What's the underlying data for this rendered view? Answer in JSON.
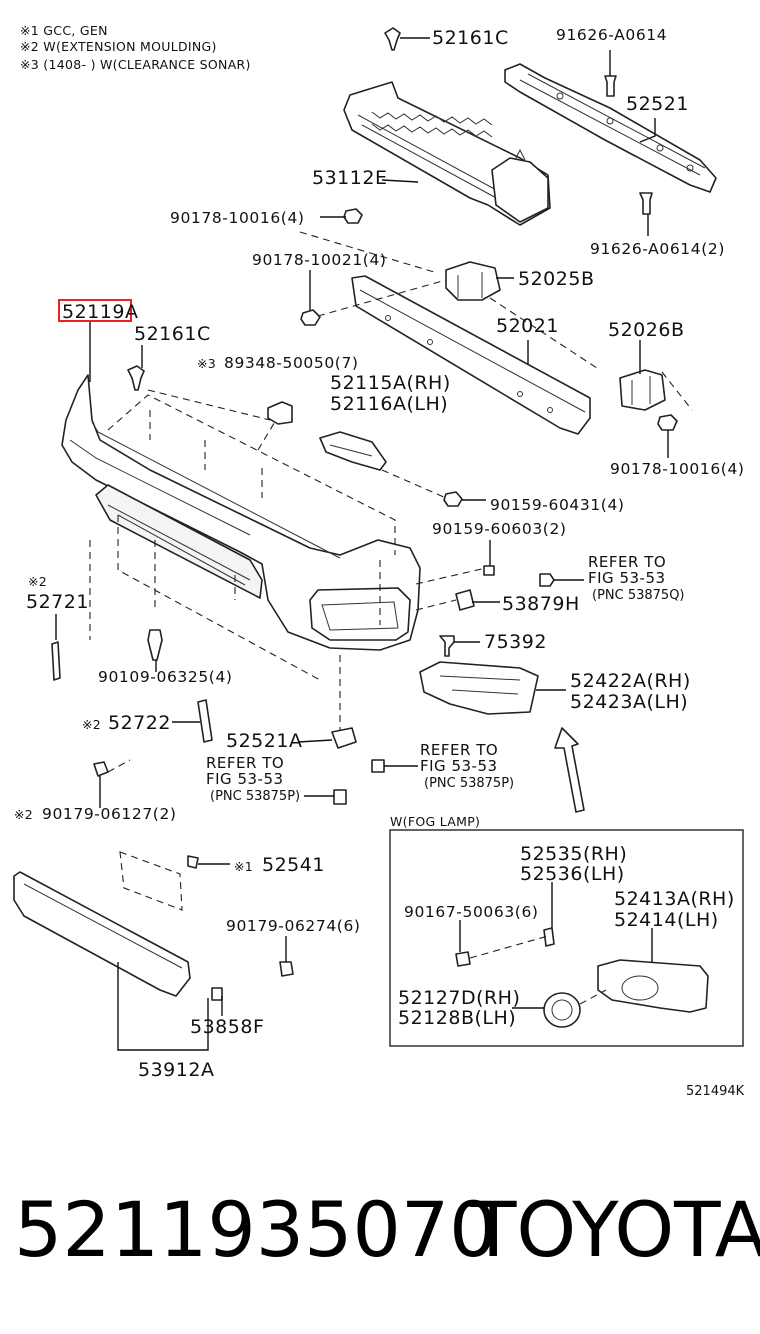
{
  "notes": [
    "※1 GCC, GEN",
    "※2 W(EXTENSION MOULDING)",
    "※3 (1408-       ) W(CLEARANCE SONAR)"
  ],
  "callouts": {
    "c52161C_top": "52161C",
    "c91626_top": "91626-A0614",
    "c52521": "52521",
    "c53112E": "53112E",
    "c90178_10016_top": "90178-10016(4)",
    "c91626_bottom": "91626-A0614(2)",
    "c90178_10021": "90178-10021(4)",
    "c52025B": "52025B",
    "c52119A": "52119A",
    "c52161C_mid": "52161C",
    "c52021": "52021",
    "c52026B": "52026B",
    "c89348_mark": "※3",
    "c89348": "89348-50050(7)",
    "c52115A": "52115A(RH)",
    "c52116A": "52116A(LH)",
    "c90178_10016_right": "90178-10016(4)",
    "c90159_60431": "90159-60431(4)",
    "c90159_60603": "90159-60603(2)",
    "c52721_mark": "※2",
    "c52721": "52721",
    "c53879H": "53879H",
    "c75392": "75392",
    "c90109": "90109-06325(4)",
    "c52422A": "52422A(RH)",
    "c52423A": "52423A(LH)",
    "c52722_mark": "※2",
    "c52722": "52722",
    "c52521A": "52521A",
    "c90179_06127_mark": "※2",
    "c90179_06127": "90179-06127(2)",
    "c52541_mark": "※1",
    "c52541": "52541",
    "c90179_06274": "90179-06274(6)",
    "c53858F": "53858F",
    "c53912A": "53912A",
    "c52535": "52535(RH)",
    "c52536": "52536(LH)",
    "c90167": "90167-50063(6)",
    "c52413A": "52413A(RH)",
    "c52414": "52414(LH)",
    "c52127D": "52127D(RH)",
    "c52128B": "52128B(LH)"
  },
  "refers": {
    "right": {
      "line1": "REFER TO",
      "line2": "FIG 53-53",
      "line3": "(PNC 53875Q)"
    },
    "center": {
      "line1": "REFER TO",
      "line2": "FIG 53-53",
      "line3": "(PNC 53875P)"
    },
    "left": {
      "line1": "REFER TO",
      "line2": "FIG 53-53",
      "line3": "(PNC 53875P)"
    }
  },
  "fog_box_title": "W(FOG LAMP)",
  "diagram_id": "521494K",
  "footer": {
    "part_number": "5211935070",
    "brand": "TOYOTA"
  },
  "colors": {
    "highlight": "#e22222",
    "ink": "#111111",
    "background": "#ffffff"
  }
}
